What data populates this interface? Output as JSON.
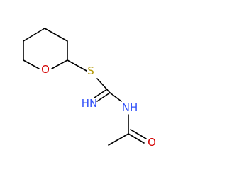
{
  "molecule": {
    "atoms": {
      "ring_oxygen": "O",
      "sulfur": "S",
      "imine_nitrogen": "HN",
      "amide_nitrogen": "NH",
      "carbonyl_oxygen": "O"
    }
  },
  "colors": {
    "bond": "#000000",
    "carbon_heteroatom_label": "#000000",
    "oxygen": "#d40000",
    "sulfur": "#b39800",
    "nitrogen": "#3050f8"
  }
}
